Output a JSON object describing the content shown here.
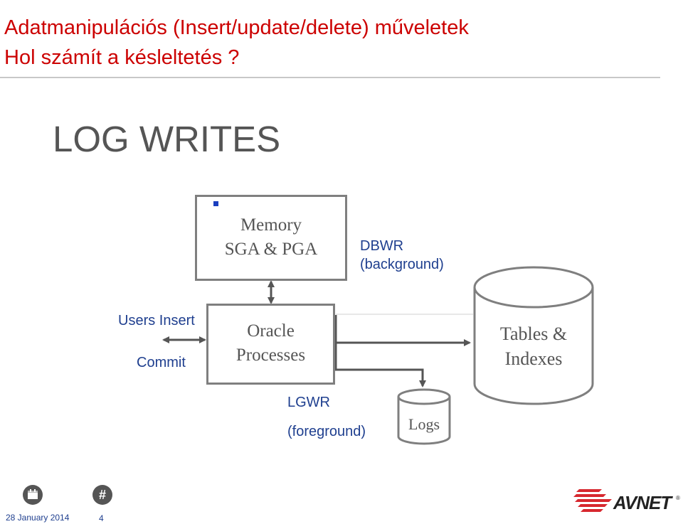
{
  "slide": {
    "title_line1": "Adatmanipulációs (Insert/update/delete) műveletek",
    "title_line2": "Hol számít a késleltetés ?",
    "heading": "LOG WRITES"
  },
  "diagram": {
    "memory_line1": "Memory",
    "memory_line2": "SGA & PGA",
    "dbwr_line1": "DBWR",
    "dbwr_line2": "(background)",
    "users_insert": "Users Insert",
    "commit": "Commit",
    "oracle_line1": "Oracle",
    "oracle_line2": "Processes",
    "tables_line1": "Tables &",
    "tables_line2": "Indexes",
    "lgwr": "LGWR",
    "foreground": "(foreground)",
    "logs": "Logs"
  },
  "footer": {
    "date": "28 January 2014",
    "page_number": "4",
    "calendar_icon": "calendar-icon",
    "hash_icon": "hash-icon",
    "logo": "AVNET"
  },
  "colors": {
    "title": "#cc0000",
    "heading": "#555555",
    "box_border": "#7f7f7f",
    "label_blue": "#1f3f8f",
    "logo_red": "#d7282f"
  }
}
